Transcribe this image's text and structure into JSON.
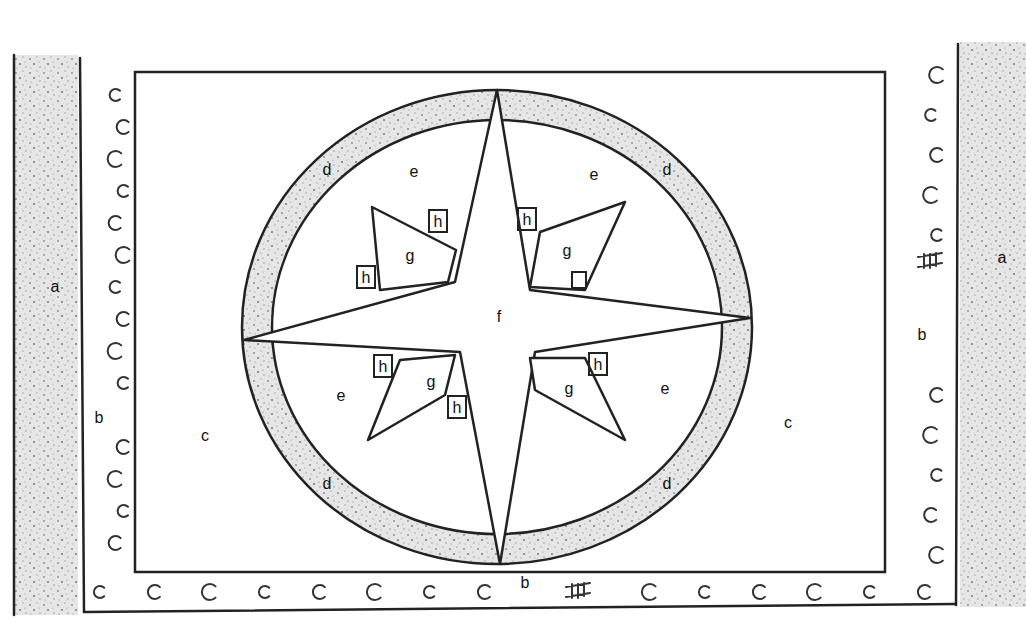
{
  "diagram": {
    "labels": [
      "a",
      "a",
      "b",
      "b",
      "b",
      "c",
      "c",
      "d",
      "d",
      "d",
      "d",
      "e",
      "e",
      "e",
      "e",
      "f",
      "g",
      "g",
      "g",
      "g",
      "h",
      "h",
      "h",
      "h",
      "h",
      "h"
    ]
  }
}
